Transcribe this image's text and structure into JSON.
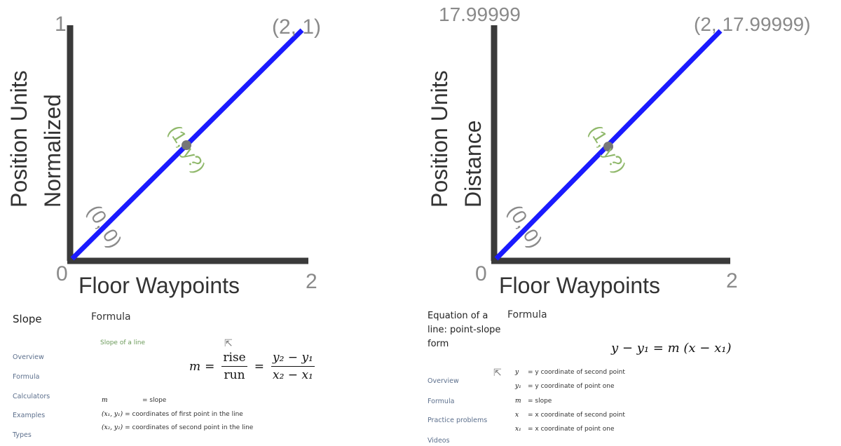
{
  "left_graph": {
    "y_label_line1": "Position Units",
    "y_label_line2": "Normalized",
    "x_label": "Floor Waypoints",
    "y_max_label": "1",
    "origin_label": "0",
    "x_max_label": "2",
    "point_end": "(2, 1)",
    "point_mid": "(1, y?)",
    "point_origin": "(0, 0)",
    "line_color": "#1a1aff",
    "label_color_gray": "#8a8a8a",
    "label_color_green": "#8fb86a"
  },
  "right_graph": {
    "y_label_line1": "Position Units",
    "y_label_line2": "Distance",
    "x_label": "Floor Waypoints",
    "y_max_label": "17.99999",
    "origin_label": "0",
    "x_max_label": "2",
    "point_end": "(2, 17.99999)",
    "point_mid": "(1, y?)",
    "point_origin": "(0, 0)"
  },
  "left_snippet": {
    "title": "Slope",
    "section": "Formula",
    "subtitle": "Slope of a line",
    "nav": [
      "Overview",
      "Formula",
      "Calculators",
      "Examples",
      "Types"
    ],
    "formula": {
      "lhs": "m",
      "eq": "=",
      "rise": "rise",
      "run": "run",
      "num": "y₂ − y₁",
      "den": "x₂ − x₁"
    },
    "defs": [
      {
        "sym": "m",
        "text": "= slope"
      },
      {
        "sym": "(x₁, y₁)",
        "text": "= coordinates of first point in the line"
      },
      {
        "sym": "(x₂, y₂)",
        "text": "= coordinates of second point in the line"
      }
    ]
  },
  "right_snippet": {
    "title_l1": "Equation of a",
    "title_l2": "line: point-slope",
    "title_l3": "form",
    "section": "Formula",
    "formula": "y − y₁ = m (x − x₁)",
    "nav": [
      "Overview",
      "Formula",
      "Practice problems",
      "Videos"
    ],
    "defs": [
      {
        "sym": "y",
        "text": "= y coordinate of second point"
      },
      {
        "sym": "y₁",
        "text": "= y coordinate of point one"
      },
      {
        "sym": "m",
        "text": "= slope"
      },
      {
        "sym": "x",
        "text": "= x coordinate of second point"
      },
      {
        "sym": "x₁",
        "text": "= x coordinate of point one"
      }
    ]
  }
}
